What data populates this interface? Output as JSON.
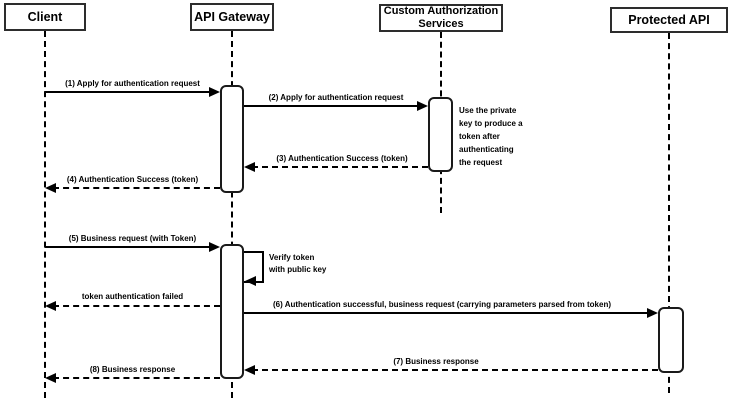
{
  "diagram": {
    "type": "uml-sequence"
  },
  "colors": {
    "stroke": "#000000",
    "actor_border": "#2d2d2d",
    "background": "#ffffff"
  },
  "actors": [
    {
      "id": "client",
      "label": "Client"
    },
    {
      "id": "api-gateway",
      "label": "API Gateway"
    },
    {
      "id": "custom-authorization-services",
      "label": "Custom Authorization\nServices"
    },
    {
      "id": "protected-api",
      "label": "Protected API"
    }
  ],
  "messages": [
    {
      "label": "(1) Apply for authentication request",
      "from": "client",
      "to": "api-gateway",
      "line": "solid"
    },
    {
      "label": "(2) Apply for authentication request",
      "from": "api-gateway",
      "to": "custom-authorization-services",
      "line": "solid"
    },
    {
      "label": "(3) Authentication Success (token)",
      "from": "custom-authorization-services",
      "to": "api-gateway",
      "line": "dashed"
    },
    {
      "label": "(4) Authentication Success (token)",
      "from": "api-gateway",
      "to": "client",
      "line": "dashed"
    },
    {
      "label": "(5) Business request (with Token)",
      "from": "client",
      "to": "api-gateway",
      "line": "solid"
    },
    {
      "label": "Verify token\nwith public key",
      "from": "api-gateway",
      "to": "api-gateway",
      "line": "self"
    },
    {
      "label": "token authentication failed",
      "from": "api-gateway",
      "to": "client",
      "line": "dashed"
    },
    {
      "label": "(6) Authentication successful, business request (carrying parameters parsed from token)",
      "from": "api-gateway",
      "to": "protected-api",
      "line": "solid"
    },
    {
      "label": "(7) Business response",
      "from": "protected-api",
      "to": "api-gateway",
      "line": "dashed"
    },
    {
      "label": "(8) Business response",
      "from": "api-gateway",
      "to": "client",
      "line": "dashed"
    }
  ],
  "notes": [
    {
      "label": "Use the private\nkey to produce a\ntoken after\nauthenticating\nthe request",
      "attached_to": "custom-authorization-services"
    }
  ]
}
